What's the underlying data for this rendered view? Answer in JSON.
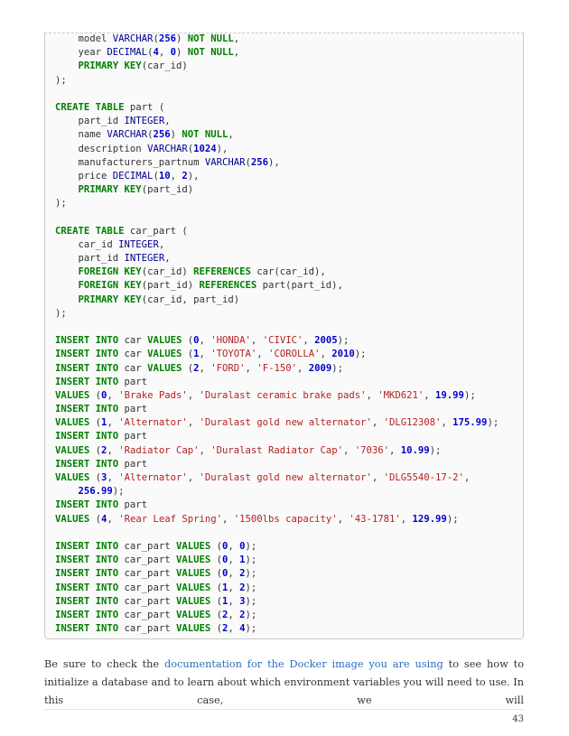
{
  "code_lines": [
    [
      [
        "p",
        "    model "
      ],
      [
        "t",
        "VARCHAR"
      ],
      [
        "p",
        "("
      ],
      [
        "n",
        "256"
      ],
      [
        "p",
        ") "
      ],
      [
        "k",
        "NOT NULL"
      ],
      [
        "p",
        ","
      ]
    ],
    [
      [
        "p",
        "    year "
      ],
      [
        "t",
        "DECIMAL"
      ],
      [
        "p",
        "("
      ],
      [
        "n",
        "4"
      ],
      [
        "p",
        ", "
      ],
      [
        "n",
        "0"
      ],
      [
        "p",
        ") "
      ],
      [
        "k",
        "NOT NULL"
      ],
      [
        "p",
        ","
      ]
    ],
    [
      [
        "p",
        "    "
      ],
      [
        "k",
        "PRIMARY KEY"
      ],
      [
        "p",
        "(car_id)"
      ]
    ],
    [
      [
        "p",
        ");"
      ]
    ],
    [],
    [
      [
        "k",
        "CREATE TABLE"
      ],
      [
        "p",
        " part ("
      ]
    ],
    [
      [
        "p",
        "    part_id "
      ],
      [
        "t",
        "INTEGER"
      ],
      [
        "p",
        ","
      ]
    ],
    [
      [
        "p",
        "    name "
      ],
      [
        "t",
        "VARCHAR"
      ],
      [
        "p",
        "("
      ],
      [
        "n",
        "256"
      ],
      [
        "p",
        ") "
      ],
      [
        "k",
        "NOT NULL"
      ],
      [
        "p",
        ","
      ]
    ],
    [
      [
        "p",
        "    description "
      ],
      [
        "t",
        "VARCHAR"
      ],
      [
        "p",
        "("
      ],
      [
        "n",
        "1024"
      ],
      [
        "p",
        "),"
      ]
    ],
    [
      [
        "p",
        "    manufacturers_partnum "
      ],
      [
        "t",
        "VARCHAR"
      ],
      [
        "p",
        "("
      ],
      [
        "n",
        "256"
      ],
      [
        "p",
        "),"
      ]
    ],
    [
      [
        "p",
        "    price "
      ],
      [
        "t",
        "DECIMAL"
      ],
      [
        "p",
        "("
      ],
      [
        "n",
        "10"
      ],
      [
        "p",
        ", "
      ],
      [
        "n",
        "2"
      ],
      [
        "p",
        "),"
      ]
    ],
    [
      [
        "p",
        "    "
      ],
      [
        "k",
        "PRIMARY KEY"
      ],
      [
        "p",
        "(part_id)"
      ]
    ],
    [
      [
        "p",
        ");"
      ]
    ],
    [],
    [
      [
        "k",
        "CREATE TABLE"
      ],
      [
        "p",
        " car_part ("
      ]
    ],
    [
      [
        "p",
        "    car_id "
      ],
      [
        "t",
        "INTEGER"
      ],
      [
        "p",
        ","
      ]
    ],
    [
      [
        "p",
        "    part_id "
      ],
      [
        "t",
        "INTEGER"
      ],
      [
        "p",
        ","
      ]
    ],
    [
      [
        "p",
        "    "
      ],
      [
        "k",
        "FOREIGN KEY"
      ],
      [
        "p",
        "(car_id) "
      ],
      [
        "k",
        "REFERENCES"
      ],
      [
        "p",
        " car(car_id),"
      ]
    ],
    [
      [
        "p",
        "    "
      ],
      [
        "k",
        "FOREIGN KEY"
      ],
      [
        "p",
        "(part_id) "
      ],
      [
        "k",
        "REFERENCES"
      ],
      [
        "p",
        " part(part_id),"
      ]
    ],
    [
      [
        "p",
        "    "
      ],
      [
        "k",
        "PRIMARY KEY"
      ],
      [
        "p",
        "(car_id, part_id)"
      ]
    ],
    [
      [
        "p",
        ");"
      ]
    ],
    [],
    [
      [
        "k",
        "INSERT INTO"
      ],
      [
        "p",
        " car "
      ],
      [
        "k",
        "VALUES"
      ],
      [
        "p",
        " ("
      ],
      [
        "n",
        "0"
      ],
      [
        "p",
        ", "
      ],
      [
        "s",
        "'HONDA'"
      ],
      [
        "p",
        ", "
      ],
      [
        "s",
        "'CIVIC'"
      ],
      [
        "p",
        ", "
      ],
      [
        "n",
        "2005"
      ],
      [
        "p",
        ");"
      ]
    ],
    [
      [
        "k",
        "INSERT INTO"
      ],
      [
        "p",
        " car "
      ],
      [
        "k",
        "VALUES"
      ],
      [
        "p",
        " ("
      ],
      [
        "n",
        "1"
      ],
      [
        "p",
        ", "
      ],
      [
        "s",
        "'TOYOTA'"
      ],
      [
        "p",
        ", "
      ],
      [
        "s",
        "'COROLLA'"
      ],
      [
        "p",
        ", "
      ],
      [
        "n",
        "2010"
      ],
      [
        "p",
        ");"
      ]
    ],
    [
      [
        "k",
        "INSERT INTO"
      ],
      [
        "p",
        " car "
      ],
      [
        "k",
        "VALUES"
      ],
      [
        "p",
        " ("
      ],
      [
        "n",
        "2"
      ],
      [
        "p",
        ", "
      ],
      [
        "s",
        "'FORD'"
      ],
      [
        "p",
        ", "
      ],
      [
        "s",
        "'F-150'"
      ],
      [
        "p",
        ", "
      ],
      [
        "n",
        "2009"
      ],
      [
        "p",
        ");"
      ]
    ],
    [
      [
        "k",
        "INSERT INTO"
      ],
      [
        "p",
        " part"
      ]
    ],
    [
      [
        "k",
        "VALUES"
      ],
      [
        "p",
        " ("
      ],
      [
        "n",
        "0"
      ],
      [
        "p",
        ", "
      ],
      [
        "s",
        "'Brake Pads'"
      ],
      [
        "p",
        ", "
      ],
      [
        "s",
        "'Duralast ceramic brake pads'"
      ],
      [
        "p",
        ", "
      ],
      [
        "s",
        "'MKD621'"
      ],
      [
        "p",
        ", "
      ],
      [
        "n",
        "19.99"
      ],
      [
        "p",
        ");"
      ]
    ],
    [
      [
        "k",
        "INSERT INTO"
      ],
      [
        "p",
        " part"
      ]
    ],
    [
      [
        "k",
        "VALUES"
      ],
      [
        "p",
        " ("
      ],
      [
        "n",
        "1"
      ],
      [
        "p",
        ", "
      ],
      [
        "s",
        "'Alternator'"
      ],
      [
        "p",
        ", "
      ],
      [
        "s",
        "'Duralast gold new alternator'"
      ],
      [
        "p",
        ", "
      ],
      [
        "s",
        "'DLG12308'"
      ],
      [
        "p",
        ", "
      ],
      [
        "n",
        "175.99"
      ],
      [
        "p",
        ");"
      ]
    ],
    [
      [
        "k",
        "INSERT INTO"
      ],
      [
        "p",
        " part"
      ]
    ],
    [
      [
        "k",
        "VALUES"
      ],
      [
        "p",
        " ("
      ],
      [
        "n",
        "2"
      ],
      [
        "p",
        ", "
      ],
      [
        "s",
        "'Radiator Cap'"
      ],
      [
        "p",
        ", "
      ],
      [
        "s",
        "'Duralast Radiator Cap'"
      ],
      [
        "p",
        ", "
      ],
      [
        "s",
        "'7036'"
      ],
      [
        "p",
        ", "
      ],
      [
        "n",
        "10.99"
      ],
      [
        "p",
        ");"
      ]
    ],
    [
      [
        "k",
        "INSERT INTO"
      ],
      [
        "p",
        " part"
      ]
    ],
    [
      [
        "k",
        "VALUES"
      ],
      [
        "p",
        " ("
      ],
      [
        "n",
        "3"
      ],
      [
        "p",
        ", "
      ],
      [
        "s",
        "'Alternator'"
      ],
      [
        "p",
        ", "
      ],
      [
        "s",
        "'Duralast gold new alternator'"
      ],
      [
        "p",
        ", "
      ],
      [
        "s",
        "'DLG5540-17-2'"
      ],
      [
        "p",
        ","
      ]
    ],
    [
      [
        "p",
        "    "
      ],
      [
        "n",
        "256.99"
      ],
      [
        "p",
        ");"
      ]
    ],
    [
      [
        "k",
        "INSERT INTO"
      ],
      [
        "p",
        " part"
      ]
    ],
    [
      [
        "k",
        "VALUES"
      ],
      [
        "p",
        " ("
      ],
      [
        "n",
        "4"
      ],
      [
        "p",
        ", "
      ],
      [
        "s",
        "'Rear Leaf Spring'"
      ],
      [
        "p",
        ", "
      ],
      [
        "s",
        "'1500lbs capacity'"
      ],
      [
        "p",
        ", "
      ],
      [
        "s",
        "'43-1781'"
      ],
      [
        "p",
        ", "
      ],
      [
        "n",
        "129.99"
      ],
      [
        "p",
        ");"
      ]
    ],
    [],
    [
      [
        "k",
        "INSERT INTO"
      ],
      [
        "p",
        " car_part "
      ],
      [
        "k",
        "VALUES"
      ],
      [
        "p",
        " ("
      ],
      [
        "n",
        "0"
      ],
      [
        "p",
        ", "
      ],
      [
        "n",
        "0"
      ],
      [
        "p",
        ");"
      ]
    ],
    [
      [
        "k",
        "INSERT INTO"
      ],
      [
        "p",
        " car_part "
      ],
      [
        "k",
        "VALUES"
      ],
      [
        "p",
        " ("
      ],
      [
        "n",
        "0"
      ],
      [
        "p",
        ", "
      ],
      [
        "n",
        "1"
      ],
      [
        "p",
        ");"
      ]
    ],
    [
      [
        "k",
        "INSERT INTO"
      ],
      [
        "p",
        " car_part "
      ],
      [
        "k",
        "VALUES"
      ],
      [
        "p",
        " ("
      ],
      [
        "n",
        "0"
      ],
      [
        "p",
        ", "
      ],
      [
        "n",
        "2"
      ],
      [
        "p",
        ");"
      ]
    ],
    [
      [
        "k",
        "INSERT INTO"
      ],
      [
        "p",
        " car_part "
      ],
      [
        "k",
        "VALUES"
      ],
      [
        "p",
        " ("
      ],
      [
        "n",
        "1"
      ],
      [
        "p",
        ", "
      ],
      [
        "n",
        "2"
      ],
      [
        "p",
        ");"
      ]
    ],
    [
      [
        "k",
        "INSERT INTO"
      ],
      [
        "p",
        " car_part "
      ],
      [
        "k",
        "VALUES"
      ],
      [
        "p",
        " ("
      ],
      [
        "n",
        "1"
      ],
      [
        "p",
        ", "
      ],
      [
        "n",
        "3"
      ],
      [
        "p",
        ");"
      ]
    ],
    [
      [
        "k",
        "INSERT INTO"
      ],
      [
        "p",
        " car_part "
      ],
      [
        "k",
        "VALUES"
      ],
      [
        "p",
        " ("
      ],
      [
        "n",
        "2"
      ],
      [
        "p",
        ", "
      ],
      [
        "n",
        "2"
      ],
      [
        "p",
        ");"
      ]
    ],
    [
      [
        "k",
        "INSERT INTO"
      ],
      [
        "p",
        " car_part "
      ],
      [
        "k",
        "VALUES"
      ],
      [
        "p",
        " ("
      ],
      [
        "n",
        "2"
      ],
      [
        "p",
        ", "
      ],
      [
        "n",
        "4"
      ],
      [
        "p",
        ");"
      ]
    ]
  ],
  "paragraph": {
    "before": "Be sure to check the ",
    "link": "documentation for the Docker image you are using",
    "after": " to see how to initialize a database and to learn about which environment variables you will need to use. In this case, we will"
  },
  "page_number": "43"
}
